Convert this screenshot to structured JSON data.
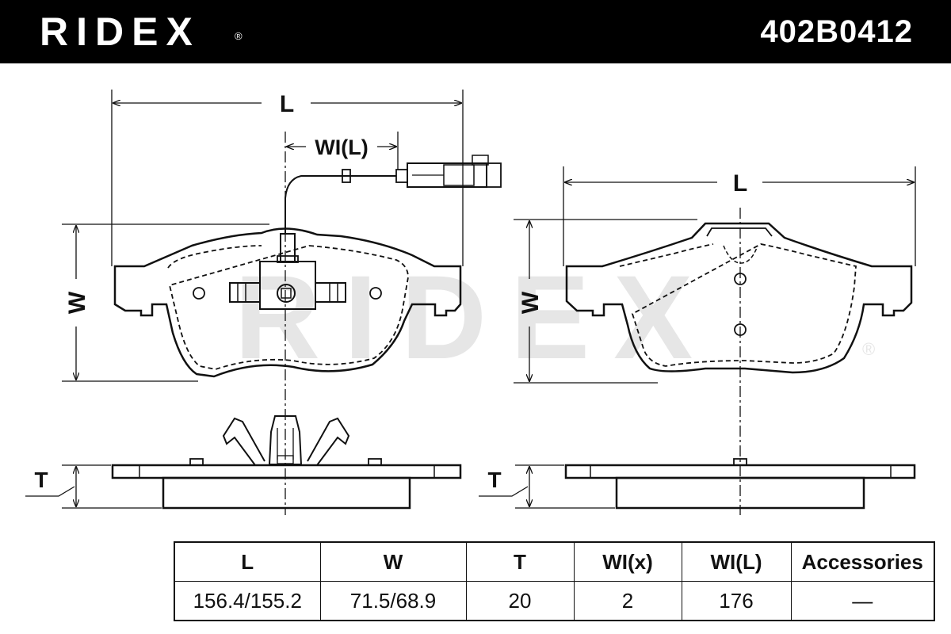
{
  "header": {
    "brand": "RIDEX",
    "registered": "®",
    "part_number": "402B0412"
  },
  "watermark": {
    "text": "RIDEX",
    "registered": "®"
  },
  "dimension_labels": {
    "length": "L",
    "width": "W",
    "thickness": "T",
    "wear_indicator_length": "WI(L)"
  },
  "spec_table": {
    "headers": [
      "L",
      "W",
      "T",
      "WI(x)",
      "WI(L)",
      "Accessories"
    ],
    "values": [
      "156.4/155.2",
      "71.5/68.9",
      "20",
      "2",
      "176",
      "—"
    ]
  },
  "colors": {
    "header_bg": "#000000",
    "watermark": "#e6e6e6",
    "line": "#111111"
  }
}
